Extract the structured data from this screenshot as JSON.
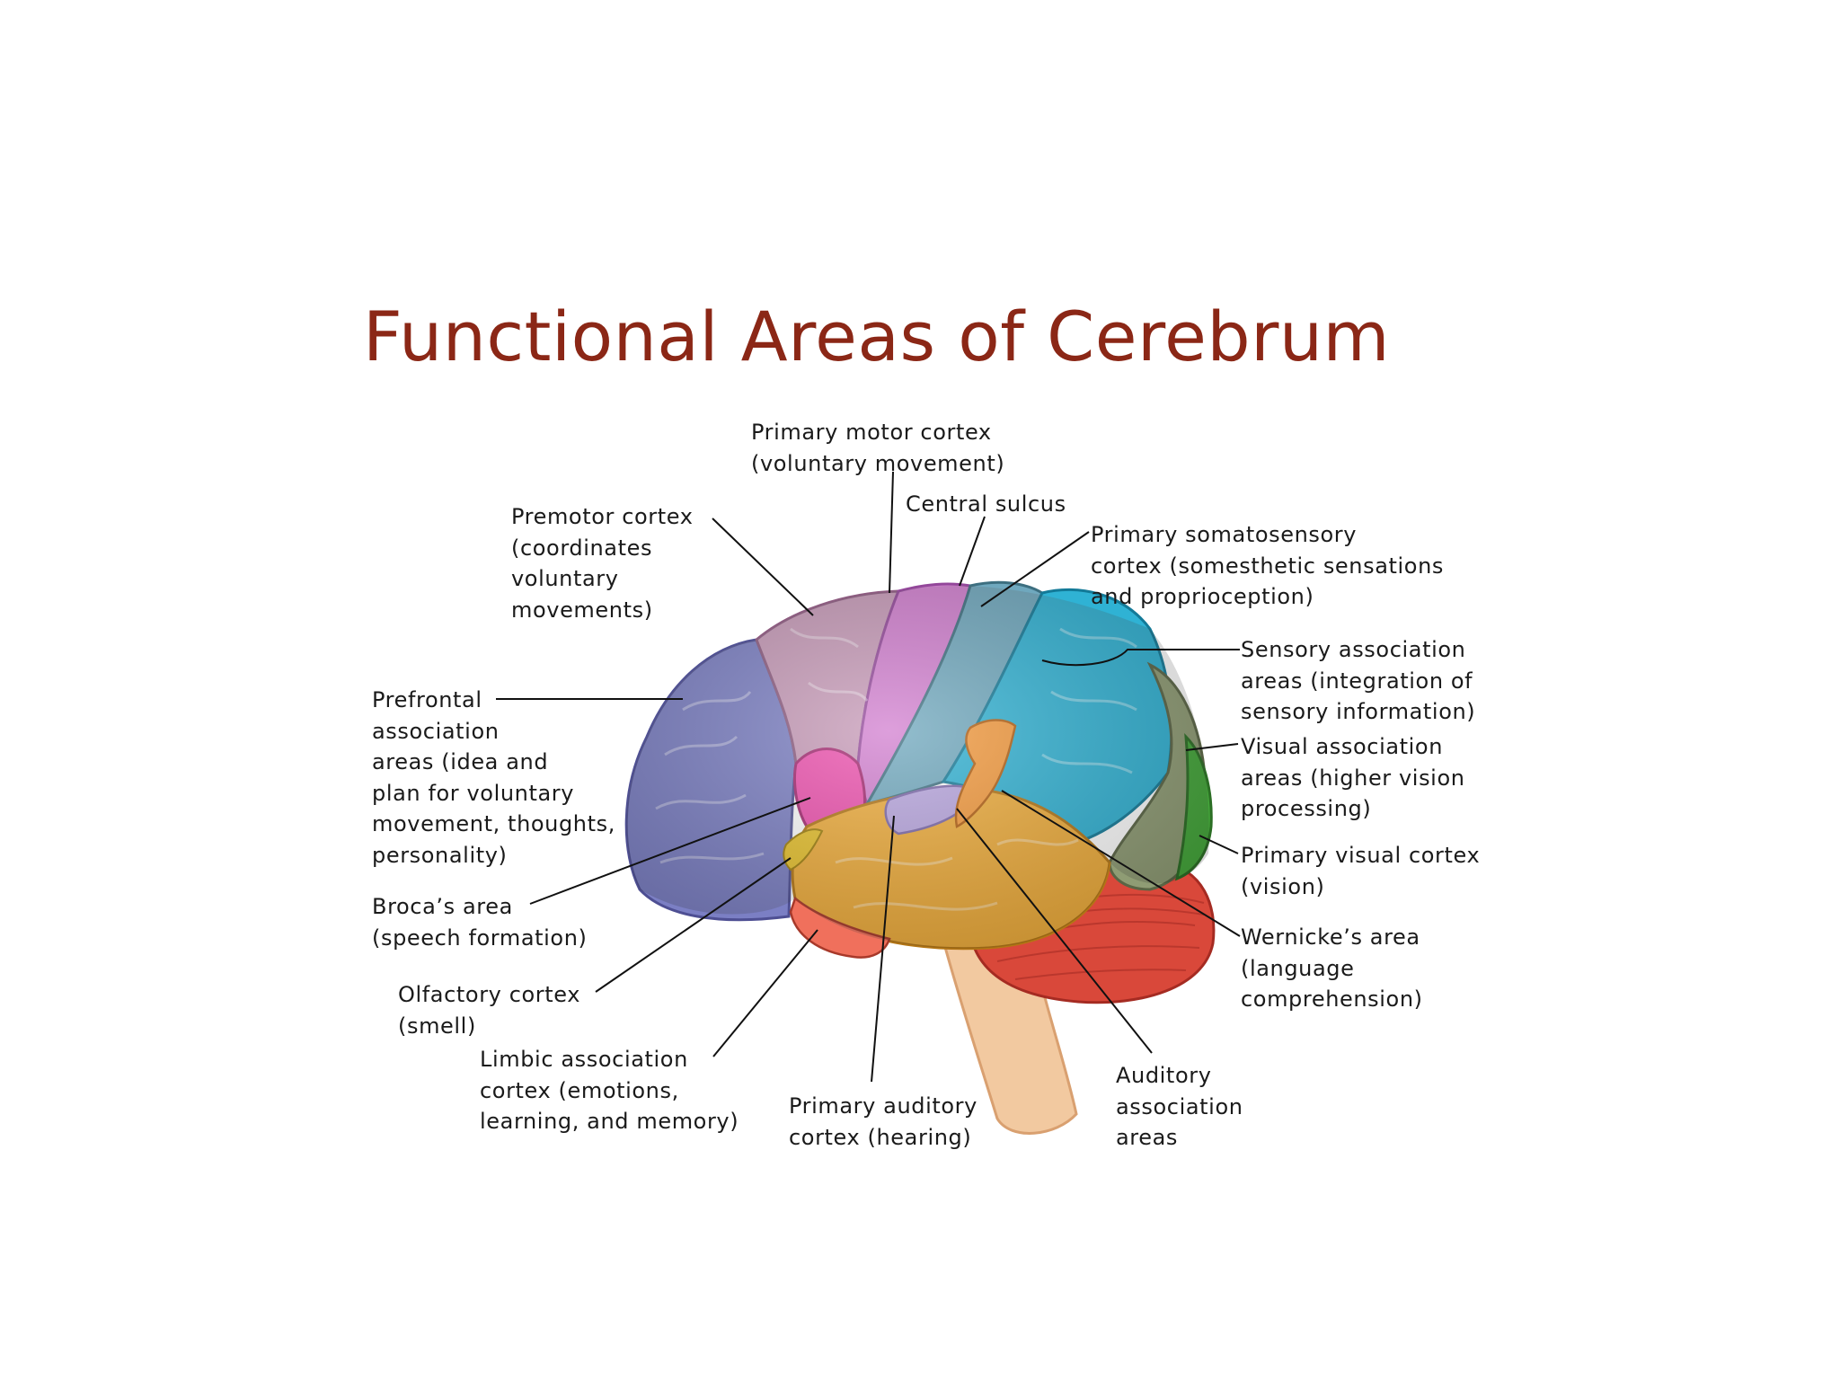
{
  "title": "Functional Areas of Cerebrum",
  "labels": {
    "primary_motor": [
      "Primary motor cortex",
      "(voluntary movement)"
    ],
    "central_sulcus": [
      "Central sulcus"
    ],
    "premotor": [
      "Premotor cortex",
      "(coordinates",
      "voluntary",
      "movements)"
    ],
    "somatosensory": [
      "Primary somatosensory",
      "cortex (somesthetic sensations",
      "and proprioception)"
    ],
    "sensory_assoc": [
      "Sensory association",
      "areas (integration of",
      "sensory information)"
    ],
    "prefrontal": [
      "Prefrontal",
      "association",
      "areas (idea and",
      "plan for voluntary",
      "movement, thoughts,",
      "personality)"
    ],
    "visual_assoc": [
      "Visual association",
      "areas (higher vision",
      "processing)"
    ],
    "primary_visual": [
      "Primary visual cortex",
      "(vision)"
    ],
    "broca": [
      "Broca’s area",
      "(speech formation)"
    ],
    "wernicke": [
      "Wernicke’s area",
      "(language",
      "comprehension)"
    ],
    "olfactory": [
      "Olfactory cortex",
      "(smell)"
    ],
    "limbic": [
      "Limbic association",
      "cortex (emotions,",
      "learning, and memory)"
    ],
    "auditory_primary": [
      "Primary auditory",
      "cortex (hearing)"
    ],
    "auditory_assoc": [
      "Auditory",
      "association",
      "areas"
    ]
  },
  "colors": {
    "title": "#8b2716",
    "prefrontal": "#7b7fc4",
    "premotor": "#c79ab8",
    "motor": "#d27fd0",
    "broca": "#ee4fae",
    "somatosensory": "#6fa8be",
    "sensory_assoc": "#2fb2d4",
    "visual_assoc": "#8f9c74",
    "primary_visual": "#44a83a",
    "temporal": "#f0ad3a",
    "auditory_primary": "#b9a6e0",
    "wernicke": "#f59a3c",
    "limbic": "#f0705c",
    "olfactory": "#e8c22c",
    "cerebellum": "#d9483a",
    "brainstem": "#f2c9a0"
  }
}
